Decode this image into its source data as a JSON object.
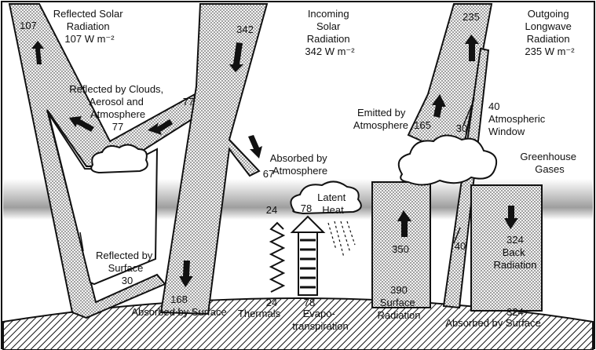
{
  "labels": {
    "reflected_solar": [
      "Reflected Solar",
      "Radiation",
      "107 W m⁻²"
    ],
    "incoming_solar": [
      "Incoming",
      "Solar",
      "Radiation",
      "342 W m⁻²"
    ],
    "outgoing_longwave": [
      "Outgoing",
      "Longwave",
      "Radiation",
      "235 W m⁻²"
    ],
    "reflected_clouds": [
      "Reflected by Clouds,",
      "Aerosol and",
      "Atmosphere"
    ],
    "absorbed_atmosphere": [
      "Absorbed by",
      "Atmosphere"
    ],
    "emitted_atmosphere": [
      "Emitted by",
      "Atmosphere"
    ],
    "atmospheric_window": [
      "40",
      "Atmospheric",
      "Window"
    ],
    "greenhouse": [
      "Greenhouse",
      "Gases"
    ],
    "latent_heat": [
      "Latent",
      "Heat"
    ],
    "reflected_surface": [
      "Reflected by",
      "Surface"
    ],
    "back_radiation": [
      "Back",
      "Radiation"
    ],
    "absorbed_surface_left": "Absorbed by Surface",
    "absorbed_surface_right": "Absorbed by Surface",
    "thermals": "Thermals",
    "evapo": [
      "Evapo-",
      "transpiration"
    ],
    "surface_radiation": [
      "Surface",
      "Radiation"
    ]
  },
  "values": {
    "reflected_total": "107",
    "incoming": "342",
    "outgoing": "235",
    "reflected_clouds_a": "77",
    "reflected_clouds_b": "77",
    "absorbed_atmosphere": "67",
    "emitted_atmosphere": "165",
    "window_inner": "30",
    "latent_heat": "78",
    "thermals_top": "24",
    "thermals_bottom": "24",
    "evapo_bottom": "78",
    "reflected_surface": "30",
    "surface_radiation_inner": "350",
    "surface_radiation_total": "390",
    "back_radiation": "324",
    "back_radiation_absorbed": "324",
    "absorbed_surface": "168",
    "window_lower": "40"
  },
  "colors": {
    "ink": "#111111",
    "atmosphere_band": "#b8b8b8",
    "background": "#ffffff"
  }
}
